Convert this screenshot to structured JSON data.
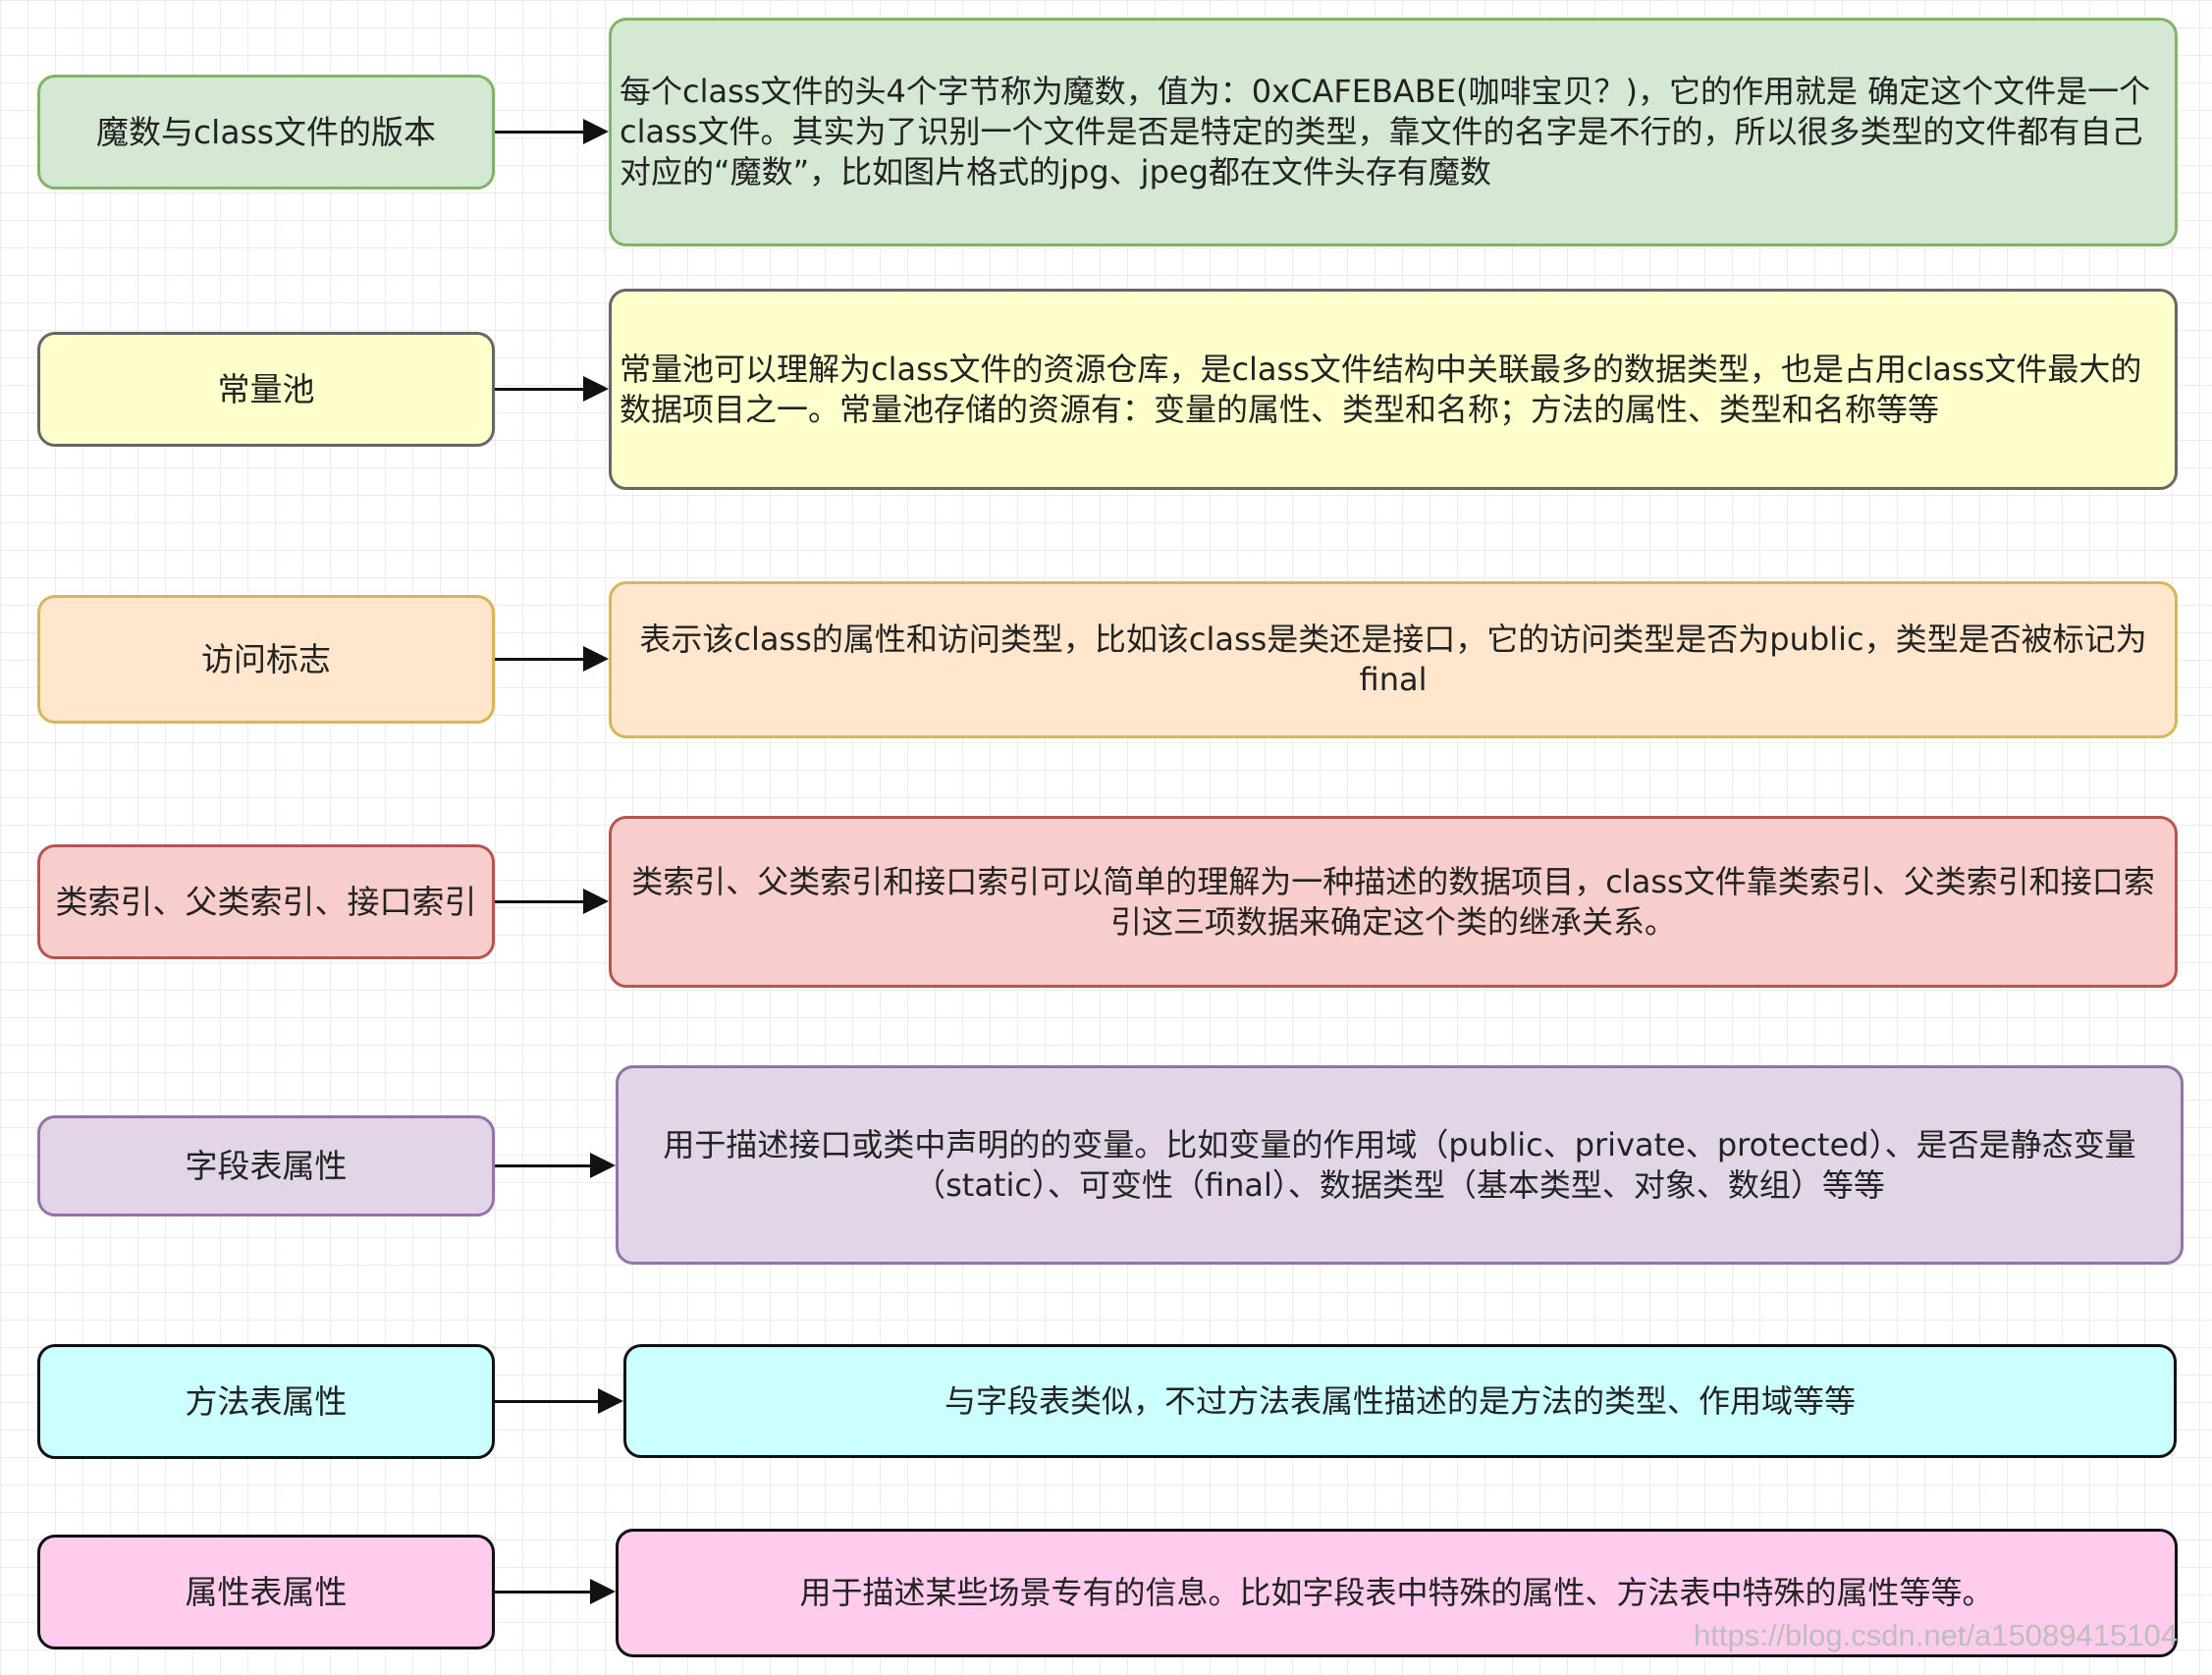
{
  "rows": [
    {
      "label": "魔数与class文件的版本",
      "description": "每个class文件的头4个字节称为魔数，值为：0xCAFEBABE(咖啡宝贝？)，它的作用就是 确定这个文件是一个class文件。其实为了识别一个文件是否是特定的类型，靠文件的名字是不行的，所以很多类型的文件都有自己对应的“魔数”，比如图片格式的jpg、jpeg都在文件头存有魔数",
      "fill": "#d5e8d4",
      "stroke": "#82b366"
    },
    {
      "label": "常量池",
      "description": "常量池可以理解为class文件的资源仓库，是class文件结构中关联最多的数据类型，也是占用class文件最大的数据项目之一。常量池存储的资源有：变量的属性、类型和名称；方法的属性、类型和名称等等",
      "fill": "#ffffcc",
      "stroke": "#666666"
    },
    {
      "label": "访问标志",
      "description": "表示该class的属性和访问类型，比如该class是类还是接口，它的访问类型是否为public，类型是否被标记为final",
      "fill": "#ffe6cc",
      "stroke": "#d6b656"
    },
    {
      "label": "类索引、父类索引、接口索引",
      "description": "类索引、父类索引和接口索引可以简单的理解为一种描述的数据项目，class文件靠类索引、父类索引和接口索引这三项数据来确定这个类的继承关系。",
      "fill": "#f8cecc",
      "stroke": "#b85450"
    },
    {
      "label": "字段表属性",
      "description": "用于描述接口或类中声明的的变量。比如变量的作用域（public、private、protected）、是否是静态变量（static）、可变性（final）、数据类型（基本类型、对象、数组）等等",
      "fill": "#e1d5e7",
      "stroke": "#9673a6"
    },
    {
      "label": "方法表属性",
      "description": "与字段表类似，不过方法表属性描述的是方法的类型、作用域等等",
      "fill": "#ccffff",
      "stroke": "#111111"
    },
    {
      "label": "属性表属性",
      "description": "用于描述某些场景专有的信息。比如字段表中特殊的属性、方法表中特殊的属性等等。",
      "fill": "#ffccee",
      "stroke": "#111111"
    }
  ],
  "watermark": "https://blog.csdn.net/a15089415104"
}
